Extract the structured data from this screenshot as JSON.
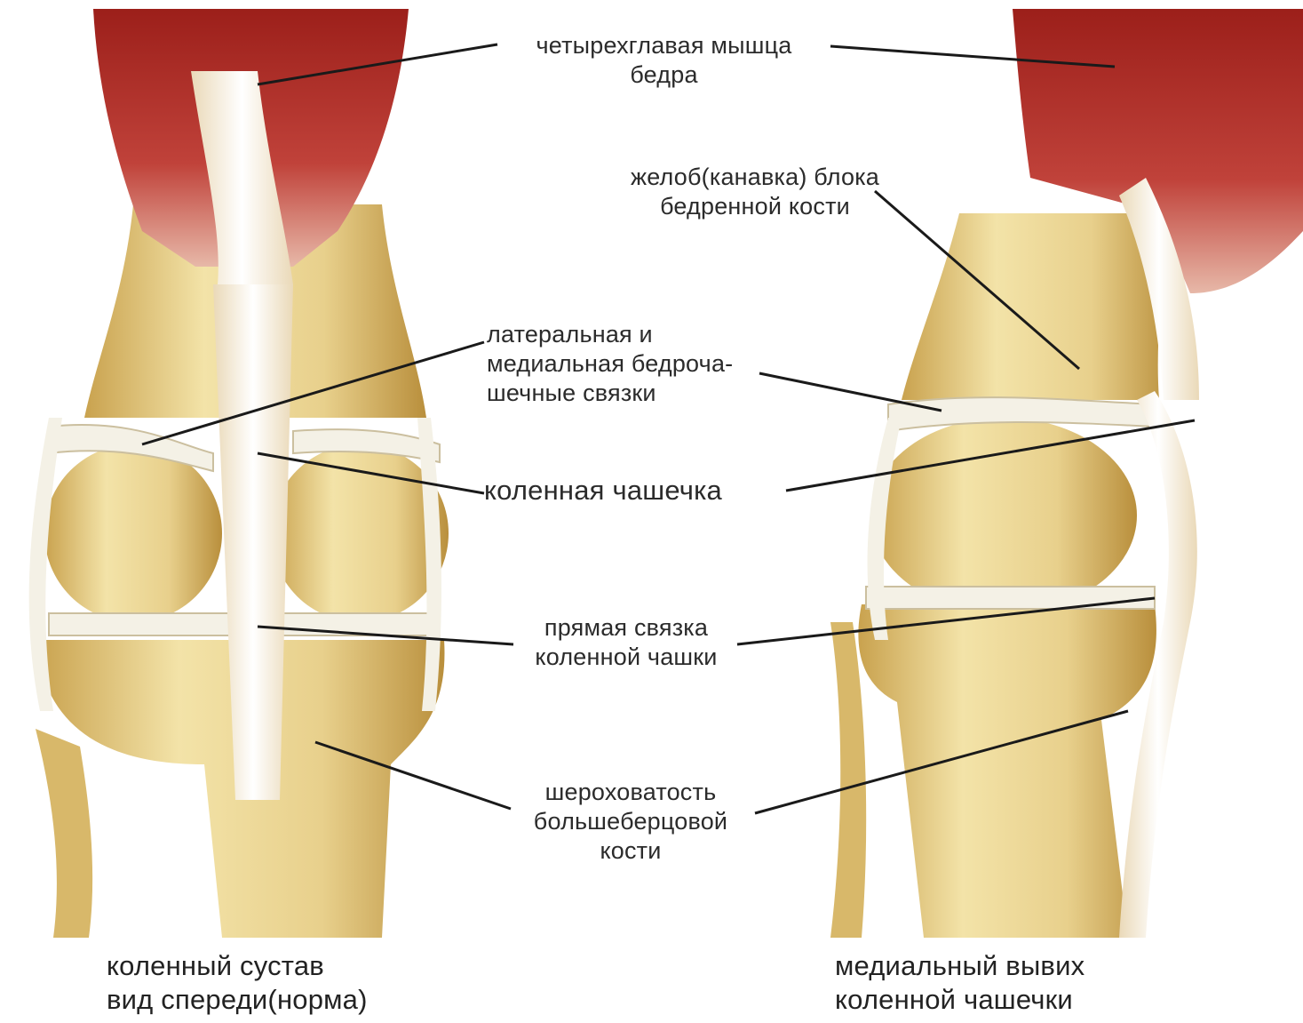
{
  "labels": {
    "quadriceps": [
      "четырехглавая мышца",
      "бедра"
    ],
    "groove": [
      "желоб(канавка) блока",
      "бедренной кости"
    ],
    "ligaments": [
      "латеральная и",
      "медиальная бедроча-",
      "шечные связки"
    ],
    "patella": "коленная чашечка",
    "patellar_ligament": [
      "прямая связка",
      "коленной чашки"
    ],
    "tuberosity": [
      "шероховатость",
      "большеберцовой",
      "кости"
    ]
  },
  "captions": {
    "normal": [
      "коленный сустав",
      "вид спереди(норма)"
    ],
    "dislocation": [
      "медиальный вывих",
      "коленной чашечки"
    ]
  },
  "colors": {
    "muscle": "#b0302a",
    "bone": "#e6cf8c",
    "ligament": "#f4f1e6",
    "leader": "#1a1a1a"
  }
}
